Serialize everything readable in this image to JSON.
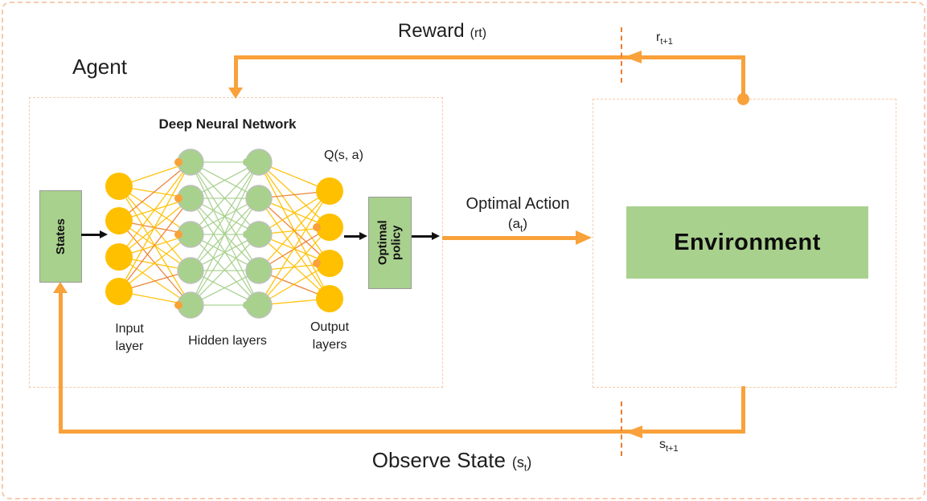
{
  "labels": {
    "agent": "Agent",
    "reward": {
      "main": "Reward",
      "paren": "(rt)"
    },
    "r_next": {
      "base": "r",
      "sub": "t+1"
    },
    "s_next": {
      "base": "s",
      "sub": "t+1"
    },
    "dnn_title": "Deep Neural Network",
    "q_value": "Q(s, a)",
    "states": "States",
    "optimal_policy": {
      "line1": "Optimal",
      "line2": "policy"
    },
    "input_layer": {
      "line1": "Input",
      "line2": "layer"
    },
    "hidden_layers": "Hidden layers",
    "output_layers": {
      "line1": "Output",
      "line2": "layers"
    },
    "optimal_action": {
      "line1": "Optimal Action",
      "pre": "(a",
      "sub": "t",
      "post": ")"
    },
    "environment": "Environment",
    "observe_state": {
      "main": "Observe State",
      "pre": "(s",
      "sub": "t",
      "post": ")"
    }
  },
  "colors": {
    "yellow": "#FFC000",
    "green": "#A9D18E",
    "orange": "#F9A13A",
    "peach": "#F8CBAD",
    "tick": "#ED7D31",
    "link_orange": "#FFC000",
    "link_orange_dark": "#ED7D31",
    "link_green": "#A9D18E"
  },
  "network": {
    "layers": [
      {
        "name": "input",
        "count": 4,
        "fill": "#FFC000"
      },
      {
        "name": "hidden-1",
        "count": 5,
        "fill": "#A9D18E"
      },
      {
        "name": "hidden-2",
        "count": 5,
        "fill": "#A9D18E"
      },
      {
        "name": "output",
        "count": 4,
        "fill": "#FFC000"
      }
    ]
  }
}
